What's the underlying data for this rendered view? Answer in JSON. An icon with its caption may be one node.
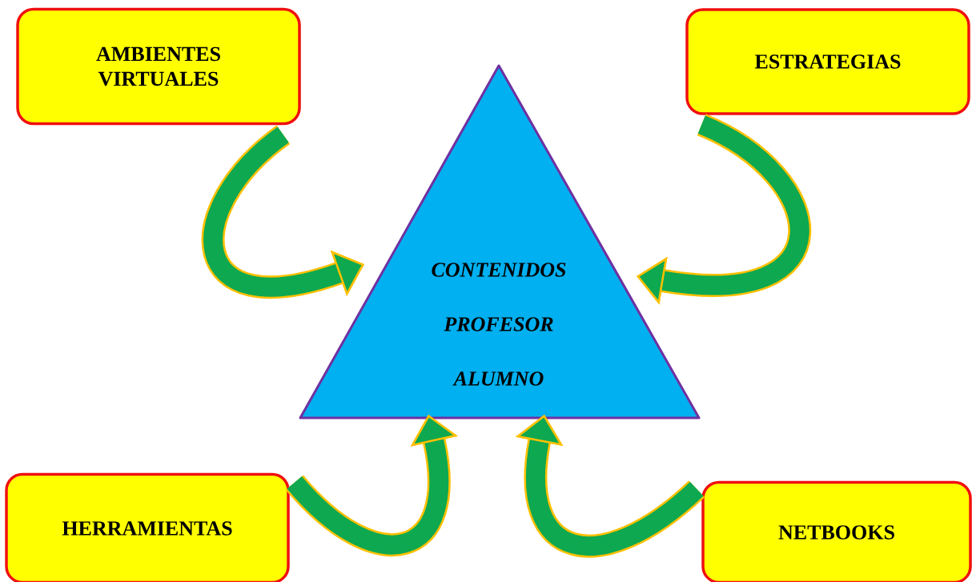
{
  "diagram": {
    "nodes": [
      {
        "text": [
          "AMBIENTES VIRTUALES"
        ]
      },
      {
        "text": [
          "ESTRATEGIAS"
        ]
      },
      {
        "text": [
          "CONTENIDOS",
          "PROFESOR",
          "ALUMNO"
        ]
      },
      {
        "text": [
          "HERRAMIENTAS"
        ]
      },
      {
        "text": [
          "NETBOOKS"
        ]
      }
    ],
    "edges": [
      {
        "from": 0,
        "to": 2,
        "arrow": "to"
      },
      {
        "from": 1,
        "to": 2,
        "arrow": "to"
      },
      {
        "from": 3,
        "to": 2,
        "arrow": "to"
      },
      {
        "from": 4,
        "to": 2,
        "arrow": "to"
      }
    ]
  }
}
